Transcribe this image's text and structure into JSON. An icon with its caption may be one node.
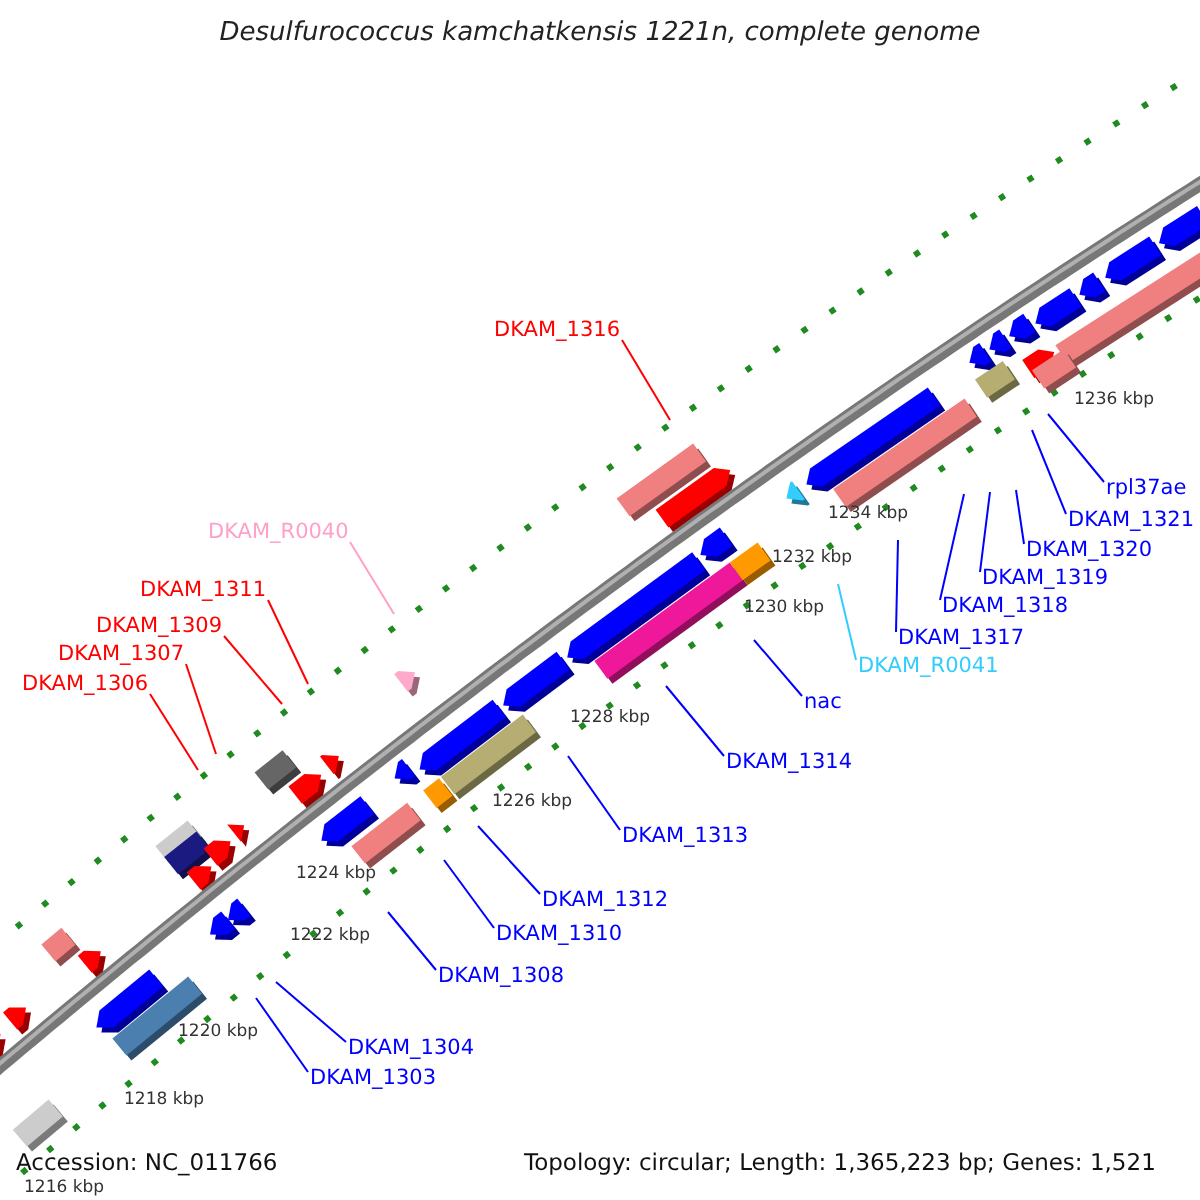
{
  "diagram": {
    "title": "Desulfurococcus kamchatkensis 1221n, complete genome",
    "nodes": [
      {
        "text": [
          "DKAM_1316"
        ]
      },
      {
        "text": [
          "DKAM_R0040"
        ]
      },
      {
        "text": [
          "rpl37ae"
        ]
      },
      {
        "text": [
          "DKAM_1321"
        ]
      },
      {
        "text": [
          "DKAM_1311"
        ]
      },
      {
        "text": [
          "DKAM_1320"
        ]
      },
      {
        "text": [
          "DKAM_1309"
        ]
      },
      {
        "text": [
          "DKAM_1319"
        ]
      },
      {
        "text": [
          "DKAM_1307"
        ]
      },
      {
        "text": [
          "DKAM_1318"
        ]
      },
      {
        "text": [
          "DKAM_1317"
        ]
      },
      {
        "text": [
          "DKAM_1306"
        ]
      },
      {
        "text": [
          "DKAM_R0041"
        ]
      },
      {
        "text": [
          "nac"
        ]
      },
      {
        "text": [
          "DKAM_1314"
        ]
      },
      {
        "text": [
          "DKAM_1313"
        ]
      },
      {
        "text": [
          "DKAM_1312"
        ]
      },
      {
        "text": [
          "DKAM_1310"
        ]
      },
      {
        "text": [
          "DKAM_1308"
        ]
      },
      {
        "text": [
          "DKAM_1304"
        ]
      },
      {
        "text": [
          "DKAM_1303"
        ]
      }
    ],
    "edges": [
      {
        "from": 0,
        "to": null,
        "arrow": "none",
        "color": "#ff0000"
      },
      {
        "from": 1,
        "to": null,
        "arrow": "none",
        "color": "#ffa0c8"
      },
      {
        "from": 2,
        "to": null,
        "arrow": "none"
      },
      {
        "from": 3,
        "to": null,
        "arrow": "none"
      },
      {
        "from": 4,
        "to": null,
        "arrow": "none",
        "color": "#ff0000"
      },
      {
        "from": 5,
        "to": null,
        "arrow": "none"
      },
      {
        "from": 6,
        "to": null,
        "arrow": "none",
        "color": "#ff0000"
      },
      {
        "from": 7,
        "to": null,
        "arrow": "none"
      },
      {
        "from": 8,
        "to": null,
        "arrow": "none",
        "color": "#ff0000"
      },
      {
        "from": 9,
        "to": null,
        "arrow": "none"
      },
      {
        "from": 10,
        "to": null,
        "arrow": "none"
      },
      {
        "from": 11,
        "to": null,
        "arrow": "none",
        "color": "#ff0000"
      },
      {
        "from": 12,
        "to": null,
        "arrow": "none",
        "color": "#33ccff"
      },
      {
        "from": 13,
        "to": null,
        "arrow": "none"
      },
      {
        "from": 14,
        "to": null,
        "arrow": "none"
      },
      {
        "from": 15,
        "to": null,
        "arrow": "none"
      },
      {
        "from": 16,
        "to": null,
        "arrow": "none"
      },
      {
        "from": 17,
        "to": null,
        "arrow": "none"
      },
      {
        "from": 18,
        "to": null,
        "arrow": "none"
      },
      {
        "from": 19,
        "to": null,
        "arrow": "none"
      },
      {
        "from": 20,
        "to": null,
        "arrow": "none"
      }
    ],
    "labels": [
      "1236 kbp",
      "1234 kbp",
      "1232 kbp",
      "1230 kbp",
      "1228 kbp",
      "1226 kbp",
      "1224 kbp",
      "1222 kbp",
      "1220 kbp",
      "1218 kbp",
      "1216 kbp",
      "Accession: NC_011766",
      "Topology: circular; Length: 1,365,223 bp; Genes: 1,521"
    ]
  }
}
